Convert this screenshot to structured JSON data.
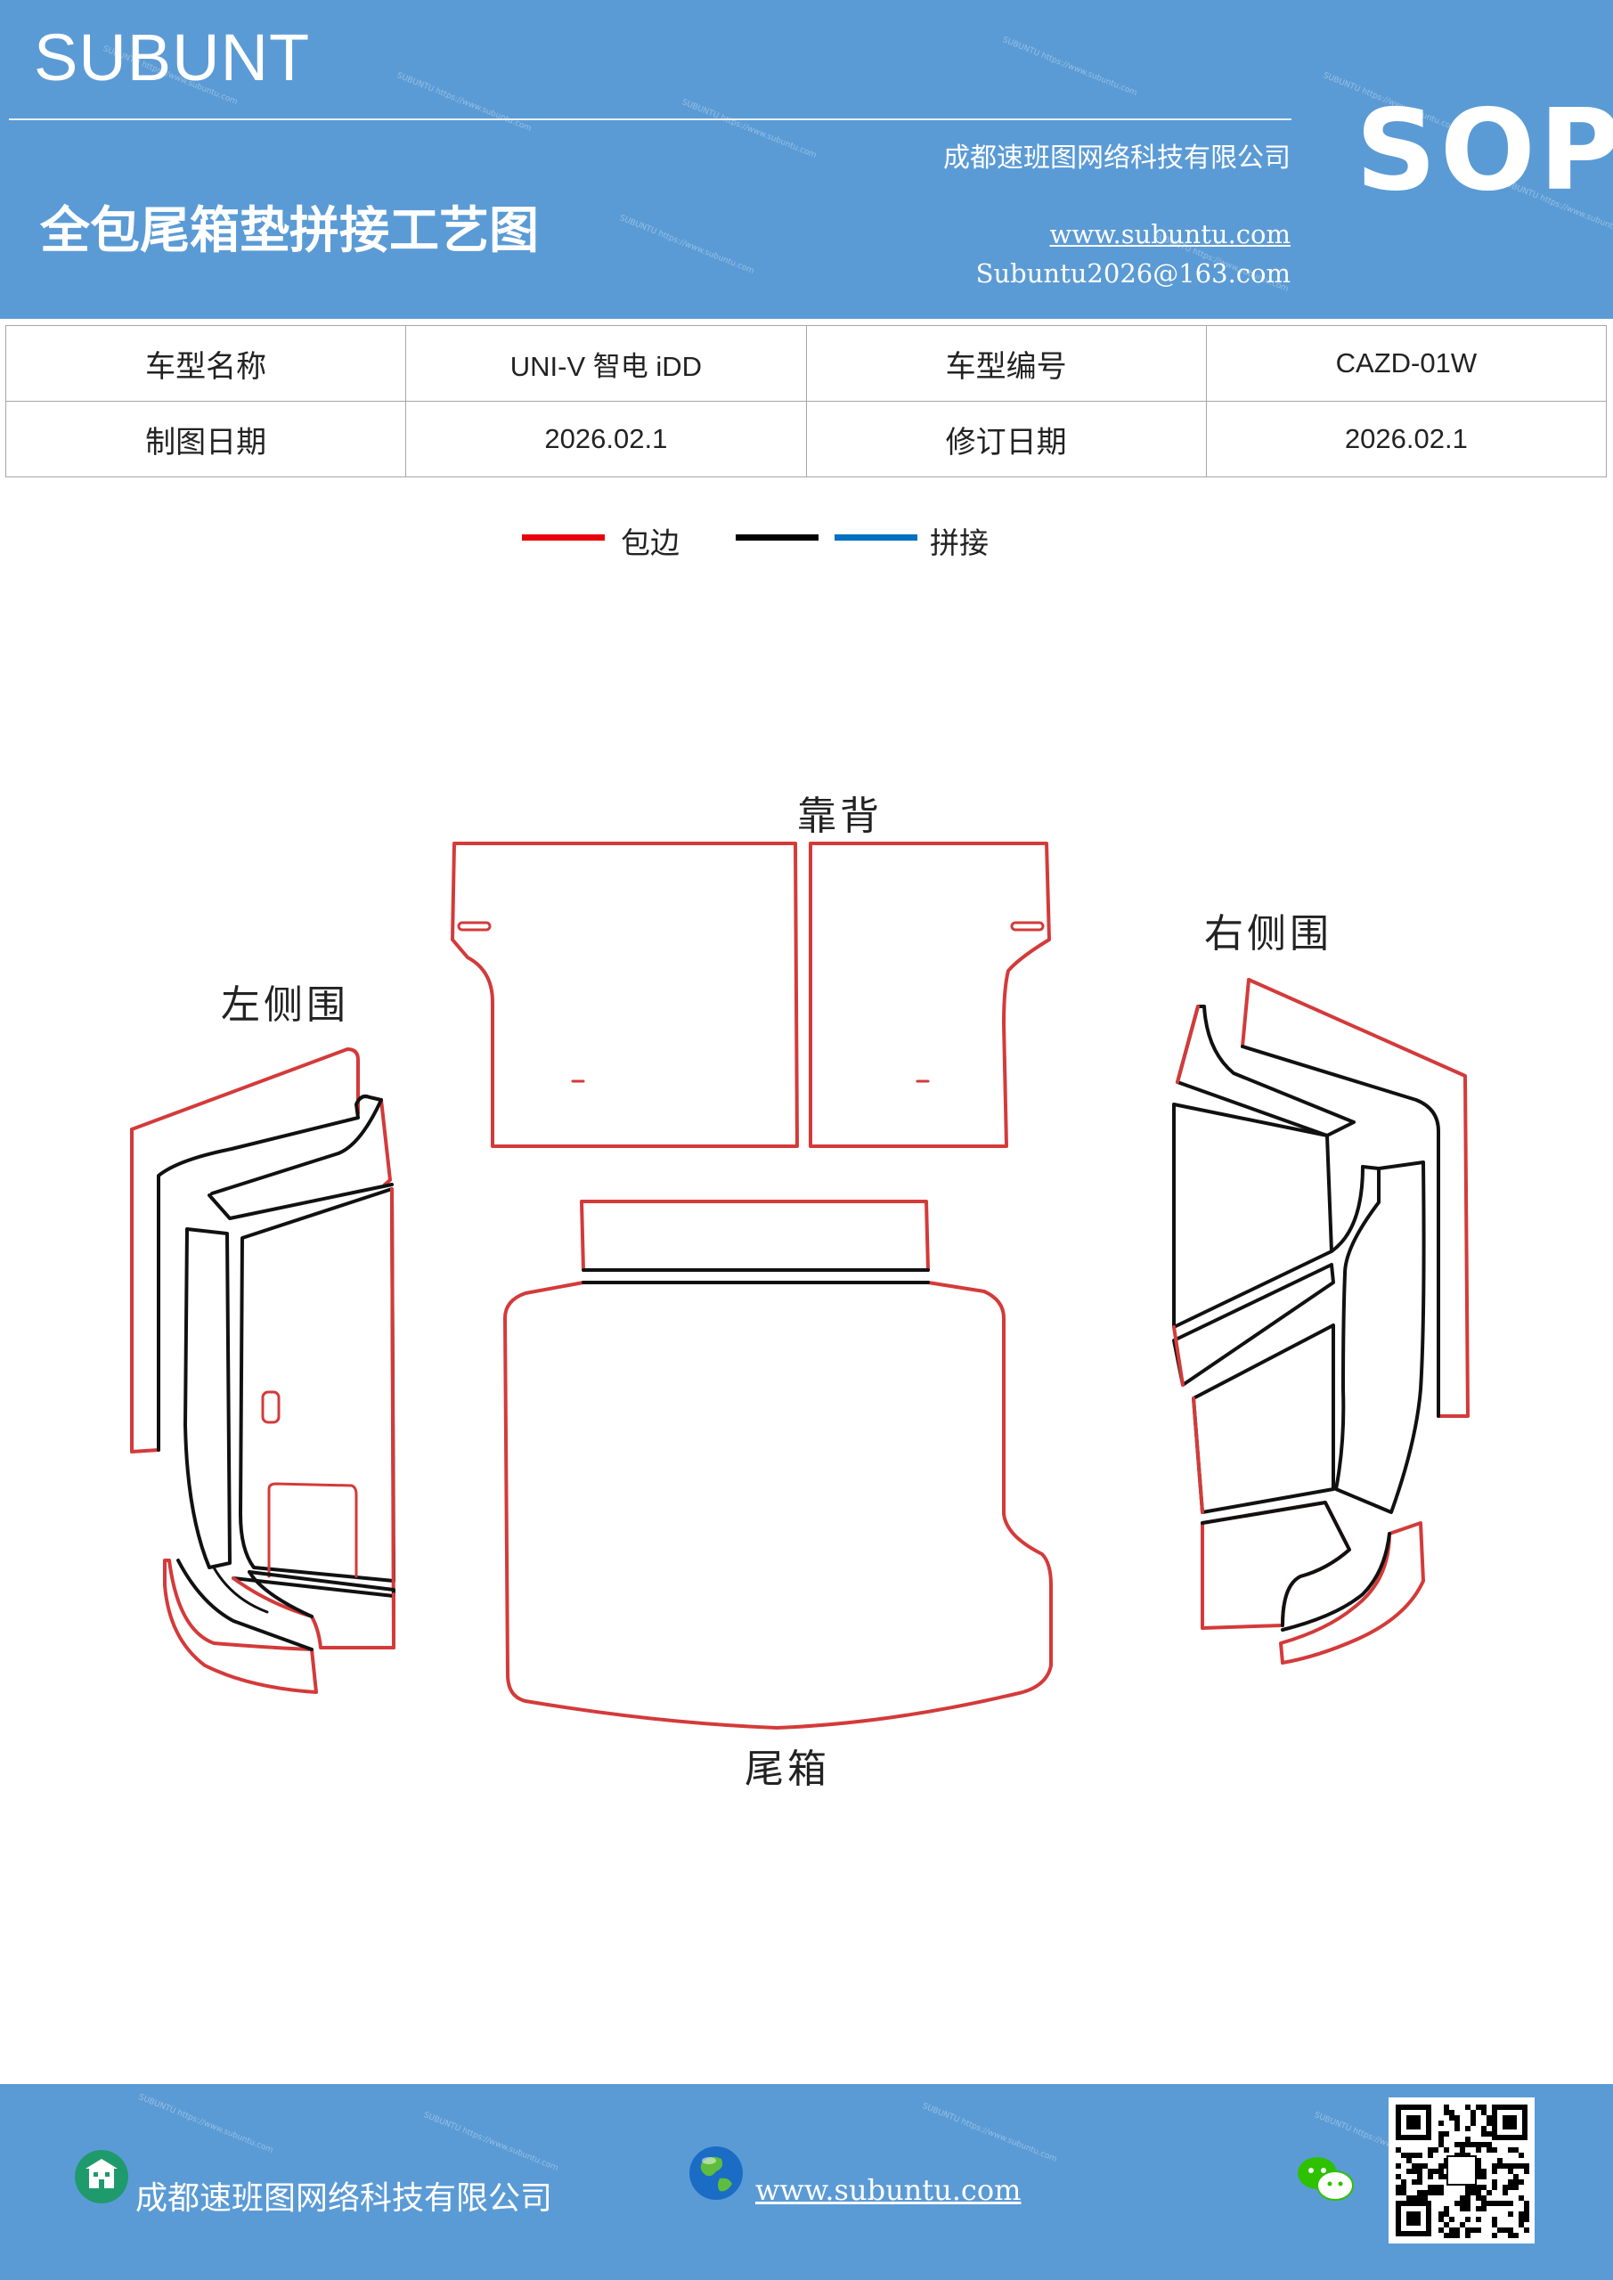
{
  "header": {
    "brand": "SUBUNT",
    "title": "全包尾箱垫拼接工艺图",
    "company": "成都速班图网络科技有限公司",
    "sop": "SOP",
    "url": "www.subuntu.com",
    "email": "Subuntu2026@163.com",
    "background_color": "#5b9bd5"
  },
  "info_table": {
    "rows": [
      [
        "车型名称",
        "UNI-V  智电 iDD",
        "车型编号",
        "CAZD-01W"
      ],
      [
        "制图日期",
        "2026.02.1",
        "修订日期",
        "2026.02.1"
      ]
    ]
  },
  "legend": {
    "items": [
      {
        "label": "包边",
        "colors": [
          "#e8000a"
        ]
      },
      {
        "label": "拼接",
        "colors": [
          "#000000",
          "#0070c0"
        ]
      }
    ]
  },
  "diagram": {
    "parts": {
      "back": "靠背",
      "left": "左侧围",
      "right": "右侧围",
      "trunk": "尾箱"
    },
    "colors": {
      "edge_binding": "#d43a3a",
      "seam": "#111111"
    }
  },
  "footer": {
    "company": "成都速班图网络科技有限公司",
    "url": "www.subuntu.com",
    "icons": [
      "building-icon",
      "globe-icon",
      "wechat-icon",
      "qr-code"
    ]
  }
}
